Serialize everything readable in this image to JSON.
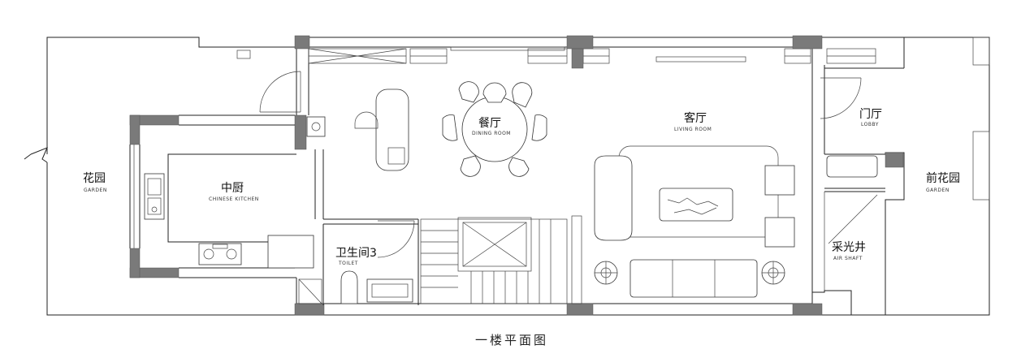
{
  "rooms": {
    "garden_back": {
      "cn": "花园",
      "en": "GARDEN"
    },
    "kitchen": {
      "cn": "中厨",
      "en": "CHINESE KITCHEN"
    },
    "dining": {
      "cn": "餐厅",
      "en": "DINING ROOM"
    },
    "living": {
      "cn": "客厅",
      "en": "LIVING ROOM"
    },
    "foyer": {
      "cn": "门厅",
      "en": "LOBBY"
    },
    "toilet": {
      "cn": "卫生间3",
      "en": "TOILET"
    },
    "air_shaft": {
      "cn": "采光井",
      "en": "AIR SHAFT"
    },
    "garden_front": {
      "cn": "前花园",
      "en": "GARDEN"
    }
  },
  "caption": "一楼平面图"
}
